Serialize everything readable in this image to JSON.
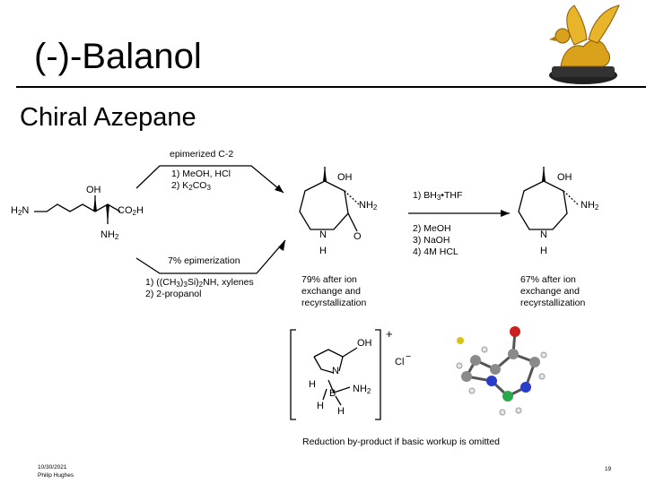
{
  "slide": {
    "title": "(-)-Balanol",
    "subtitle": "Chiral Azepane",
    "date": "10/30/2021",
    "author": "Philip Hughes",
    "page_number": "19"
  },
  "scheme": {
    "top_arrow_label": "epimerized C-2",
    "top_step_1": "1) MeOH, HCl",
    "top_step_2_pre": "2) K",
    "top_step_2_sub1": "2",
    "top_step_2_mid": "CO",
    "top_step_2_sub2": "3",
    "bottom_arrow_label": "7% epimerization",
    "bottom_step_1_a": "1) ((CH",
    "bottom_step_1_sub1": "3",
    "bottom_step_1_b": ")",
    "bottom_step_1_sub2": "3",
    "bottom_step_1_c": "Si)",
    "bottom_step_1_sub3": "2",
    "bottom_step_1_d": "NH, xylenes",
    "bottom_step_2": "2) 2-propanol",
    "reduction_step_1_pre": "1) BH",
    "reduction_step_1_sub": "3",
    "reduction_step_1_post": "•THF",
    "reduction_step_2": "2) MeOH",
    "reduction_step_3": "3) NaOH",
    "reduction_step_4": "4) 4M HCL",
    "lactam_yield": "79% after ion exchange and recyrstallization",
    "amine_yield": "67% after ion exchange and recyrstallization",
    "byproduct_caption": "Reduction by-product if basic workup is omitted"
  },
  "atoms": {
    "h2n": "H",
    "h2n_sub": "2",
    "h2n_n": "N",
    "oh": "OH",
    "co2h_a": "CO",
    "co2h_sub": "2",
    "co2h_b": "H",
    "nh2_n": "NH",
    "nh2_sub": "2",
    "n": "N",
    "h": "H",
    "o": "O",
    "b": "B",
    "cl": "Cl",
    "plus": "+",
    "minus": "−"
  },
  "colors": {
    "carbon": "#8a8a8a",
    "oxygen": "#cc2020",
    "nitrogen": "#2a3ccc",
    "boron": "#2aa84a",
    "chlorine": "#d9c21a",
    "hydrogen": "#e6e6e6",
    "logo_gold": "#d9a21a"
  },
  "icons": {
    "logo": "golden-griffin-logo"
  }
}
